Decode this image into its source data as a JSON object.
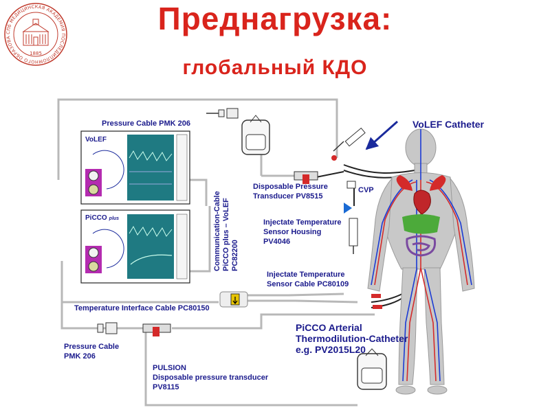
{
  "title": "Преднагрузка:",
  "subtitle": "глобальный КДО",
  "logo": {
    "text": "СПб МЕДИЦИНСКАЯ АКАДЕМИЯ ПОСЛЕДИПЛОМНОГО ОБРАЗОВАНИЯ",
    "year": "1885"
  },
  "labels": {
    "pressure_cable_top": "Pressure Cable  PMK 206",
    "volef_catheter": "VoLEF Catheter",
    "disposable_pressure_1": "Disposable Pressure",
    "disposable_pressure_2": "Transducer PV8515",
    "cvp": "CVP",
    "injectate_housing_1": "Injectate Temperature",
    "injectate_housing_2": "Sensor Housing",
    "injectate_housing_3": "PV4046",
    "injectate_cable_1": "Injectate Temperature",
    "injectate_cable_2": "Sensor Cable PC80109",
    "comm_cable_1": "Communication-Cable",
    "comm_cable_2": "PiCCO plus – VoLEF",
    "comm_cable_3": "PC82200",
    "temp_interface": "Temperature Interface Cable PC80150",
    "pressure_cable_bottom_1": "Pressure Cable",
    "pressure_cable_bottom_2": "PMK 206",
    "picco_arterial_1": "PiCCO Arterial",
    "picco_arterial_2": "Thermodilution-Catheter",
    "picco_arterial_3": "e.g. PV2015L20",
    "pulsion_1": "PULSION",
    "pulsion_2": "Disposable pressure transducer",
    "pulsion_3": "PV8115",
    "monitor_volef": "VoLEF",
    "monitor_picco": "PiCCO",
    "monitor_picco_suffix": "plus"
  },
  "colors": {
    "title": "#d9241c",
    "label": "#1a1a8c",
    "screen": "#1f7a82",
    "cable": "#b8b8b8",
    "arrow": "#1a2a9c"
  }
}
